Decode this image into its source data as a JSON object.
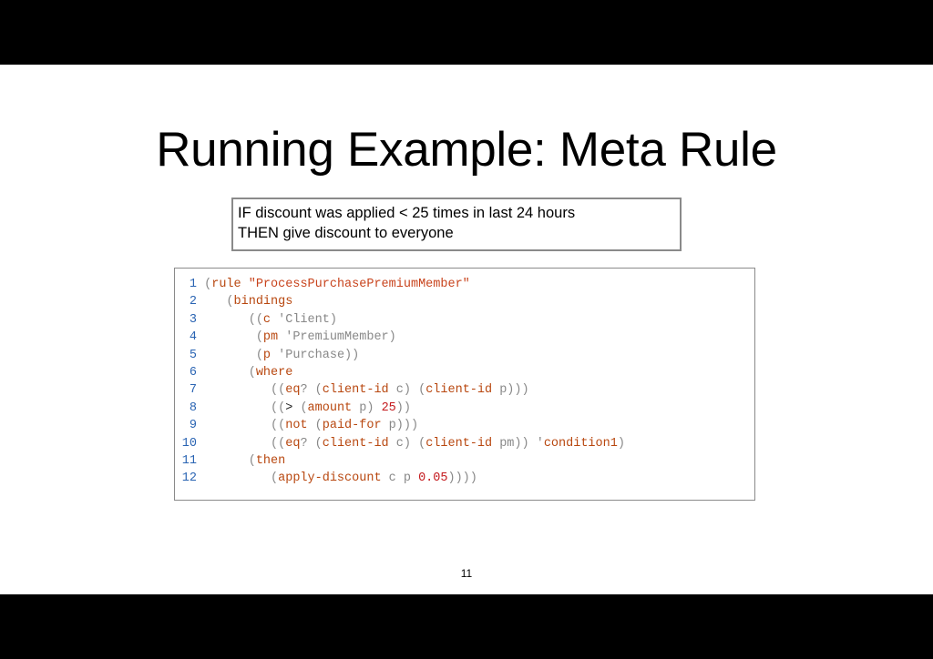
{
  "slide": {
    "title": "Running Example: Meta Rule",
    "rule_lines": [
      "IF discount was applied < 25 times in last 24 hours",
      "THEN give discount to everyone"
    ],
    "page_number": "11"
  },
  "code": {
    "lines": [
      {
        "number": "1",
        "tokens": [
          {
            "t": "(",
            "k": "plain"
          },
          {
            "t": "rule",
            "k": "kw"
          },
          {
            "t": " ",
            "k": "plain"
          },
          {
            "t": "\"ProcessPurchasePremiumMember\"",
            "k": "str"
          }
        ]
      },
      {
        "number": "2",
        "tokens": [
          {
            "t": "   (",
            "k": "plain"
          },
          {
            "t": "bindings",
            "k": "kw"
          }
        ]
      },
      {
        "number": "3",
        "tokens": [
          {
            "t": "      ((",
            "k": "plain"
          },
          {
            "t": "c",
            "k": "kw"
          },
          {
            "t": " 'Client)",
            "k": "plain"
          }
        ]
      },
      {
        "number": "4",
        "tokens": [
          {
            "t": "       (",
            "k": "plain"
          },
          {
            "t": "pm",
            "k": "kw"
          },
          {
            "t": " 'PremiumMember)",
            "k": "plain"
          }
        ]
      },
      {
        "number": "5",
        "tokens": [
          {
            "t": "       (",
            "k": "plain"
          },
          {
            "t": "p",
            "k": "kw"
          },
          {
            "t": " 'Purchase))",
            "k": "plain"
          }
        ]
      },
      {
        "number": "6",
        "tokens": [
          {
            "t": "      (",
            "k": "plain"
          },
          {
            "t": "where",
            "k": "kw"
          }
        ]
      },
      {
        "number": "7",
        "tokens": [
          {
            "t": "         ((",
            "k": "plain"
          },
          {
            "t": "eq",
            "k": "kw"
          },
          {
            "t": "? (",
            "k": "plain"
          },
          {
            "t": "client-id",
            "k": "kw"
          },
          {
            "t": " c) (",
            "k": "plain"
          },
          {
            "t": "client-id",
            "k": "kw"
          },
          {
            "t": " p)))",
            "k": "plain"
          }
        ]
      },
      {
        "number": "8",
        "tokens": [
          {
            "t": "         ((",
            "k": "plain"
          },
          {
            "t": ">",
            "k": "dark"
          },
          {
            "t": " (",
            "k": "plain"
          },
          {
            "t": "amount",
            "k": "kw"
          },
          {
            "t": " p) ",
            "k": "plain"
          },
          {
            "t": "25",
            "k": "num"
          },
          {
            "t": "))",
            "k": "plain"
          }
        ]
      },
      {
        "number": "9",
        "tokens": [
          {
            "t": "         ((",
            "k": "plain"
          },
          {
            "t": "not",
            "k": "kw"
          },
          {
            "t": " (",
            "k": "plain"
          },
          {
            "t": "paid-for",
            "k": "kw"
          },
          {
            "t": " p)))",
            "k": "plain"
          }
        ]
      },
      {
        "number": "10",
        "tokens": [
          {
            "t": "         ((",
            "k": "plain"
          },
          {
            "t": "eq",
            "k": "kw"
          },
          {
            "t": "? (",
            "k": "plain"
          },
          {
            "t": "client-id",
            "k": "kw"
          },
          {
            "t": " c) (",
            "k": "plain"
          },
          {
            "t": "client-id",
            "k": "kw"
          },
          {
            "t": " pm)) '",
            "k": "plain"
          },
          {
            "t": "condition1",
            "k": "kw"
          },
          {
            "t": ")",
            "k": "plain"
          }
        ]
      },
      {
        "number": "11",
        "tokens": [
          {
            "t": "      (",
            "k": "plain"
          },
          {
            "t": "then",
            "k": "kw"
          }
        ]
      },
      {
        "number": "12",
        "tokens": [
          {
            "t": "         (",
            "k": "plain"
          },
          {
            "t": "apply-discount",
            "k": "kw"
          },
          {
            "t": " c p ",
            "k": "plain"
          },
          {
            "t": "0.05",
            "k": "num"
          },
          {
            "t": "))))",
            "k": "plain"
          }
        ]
      }
    ]
  },
  "colors": {
    "line_number": "#2a64b3",
    "keyword": "#b8470f",
    "string": "#c8431c",
    "number": "#c4181c",
    "plain": "#888888",
    "box_border": "#8a8a8a"
  }
}
